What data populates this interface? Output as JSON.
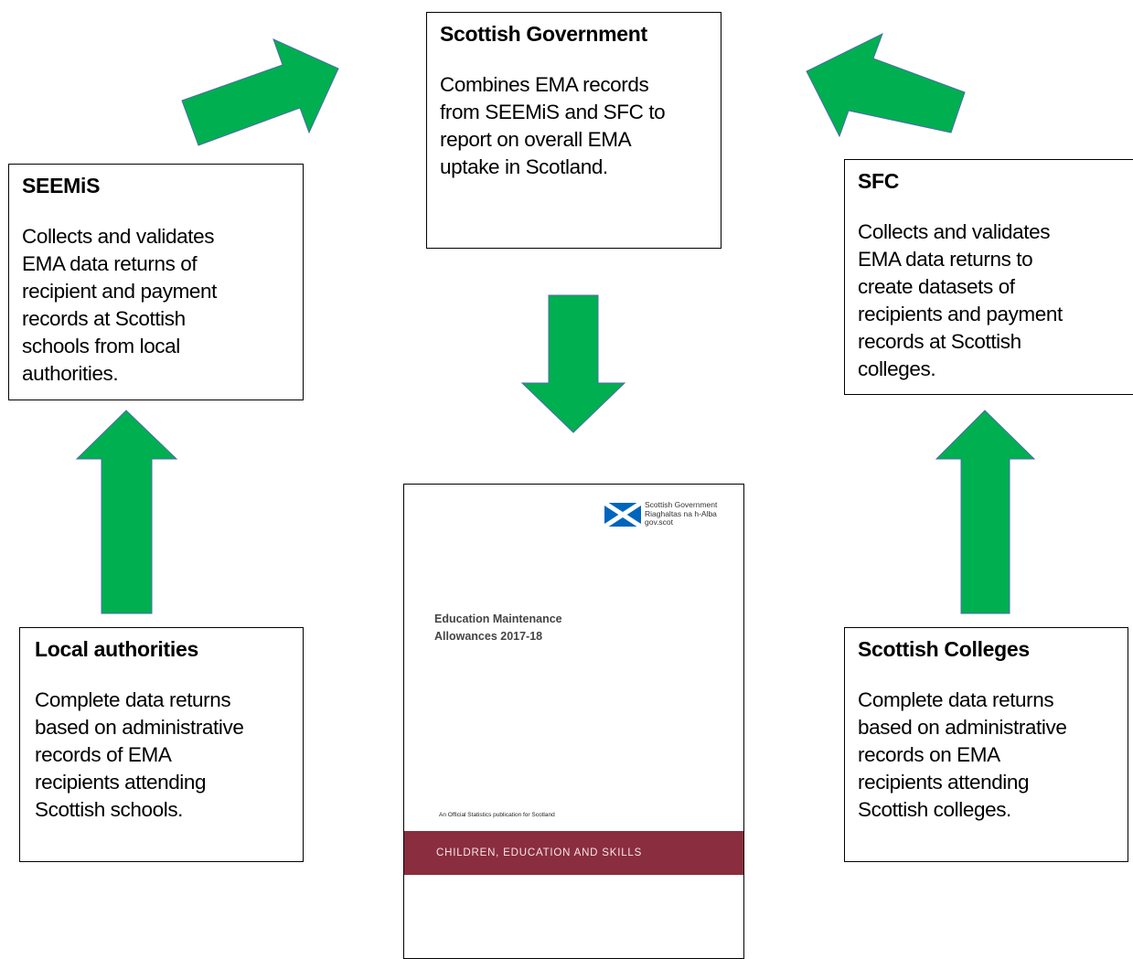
{
  "colors": {
    "arrow_fill": "#00B050",
    "arrow_stroke": "#4a6ca8",
    "band": "#8a2d3e"
  },
  "boxes": {
    "scottish_government": {
      "title": "Scottish Government",
      "body": "Combines EMA records\nfrom SEEMiS and SFC to\nreport on overall EMA\nuptake in Scotland."
    },
    "seemis": {
      "title": "SEEMiS",
      "body": "Collects and validates\nEMA data returns of\nrecipient and payment\nrecords at Scottish\nschools from local\nauthorities."
    },
    "sfc": {
      "title": "SFC",
      "body": "Collects and validates\nEMA data returns to\ncreate datasets of\nrecipients and payment\nrecords at Scottish\ncolleges."
    },
    "local_authorities": {
      "title": "Local authorities",
      "body": "Complete data returns\nbased on administrative\nrecords of EMA\nrecipients attending\nScottish schools."
    },
    "scottish_colleges": {
      "title": "Scottish Colleges",
      "body": "Complete data returns\nbased on administrative\nrecords on EMA\nrecipients attending\nScottish colleges."
    }
  },
  "report_cover": {
    "logo_text": "Scottish Government\nRiaghaltas na h-Alba\ngov.scot",
    "title": "Education Maintenance\nAllowances 2017-18",
    "official_label": "An Official Statistics publication for Scotland",
    "band_label": "CHILDREN, EDUCATION AND SKILLS"
  },
  "arrows": [
    {
      "name": "arrow-la-to-seemis",
      "direction": "up"
    },
    {
      "name": "arrow-colleges-to-sfc",
      "direction": "up"
    },
    {
      "name": "arrow-seemis-to-sg",
      "direction": "up-right"
    },
    {
      "name": "arrow-sfc-to-sg",
      "direction": "up-left"
    },
    {
      "name": "arrow-sg-to-report",
      "direction": "down"
    }
  ]
}
